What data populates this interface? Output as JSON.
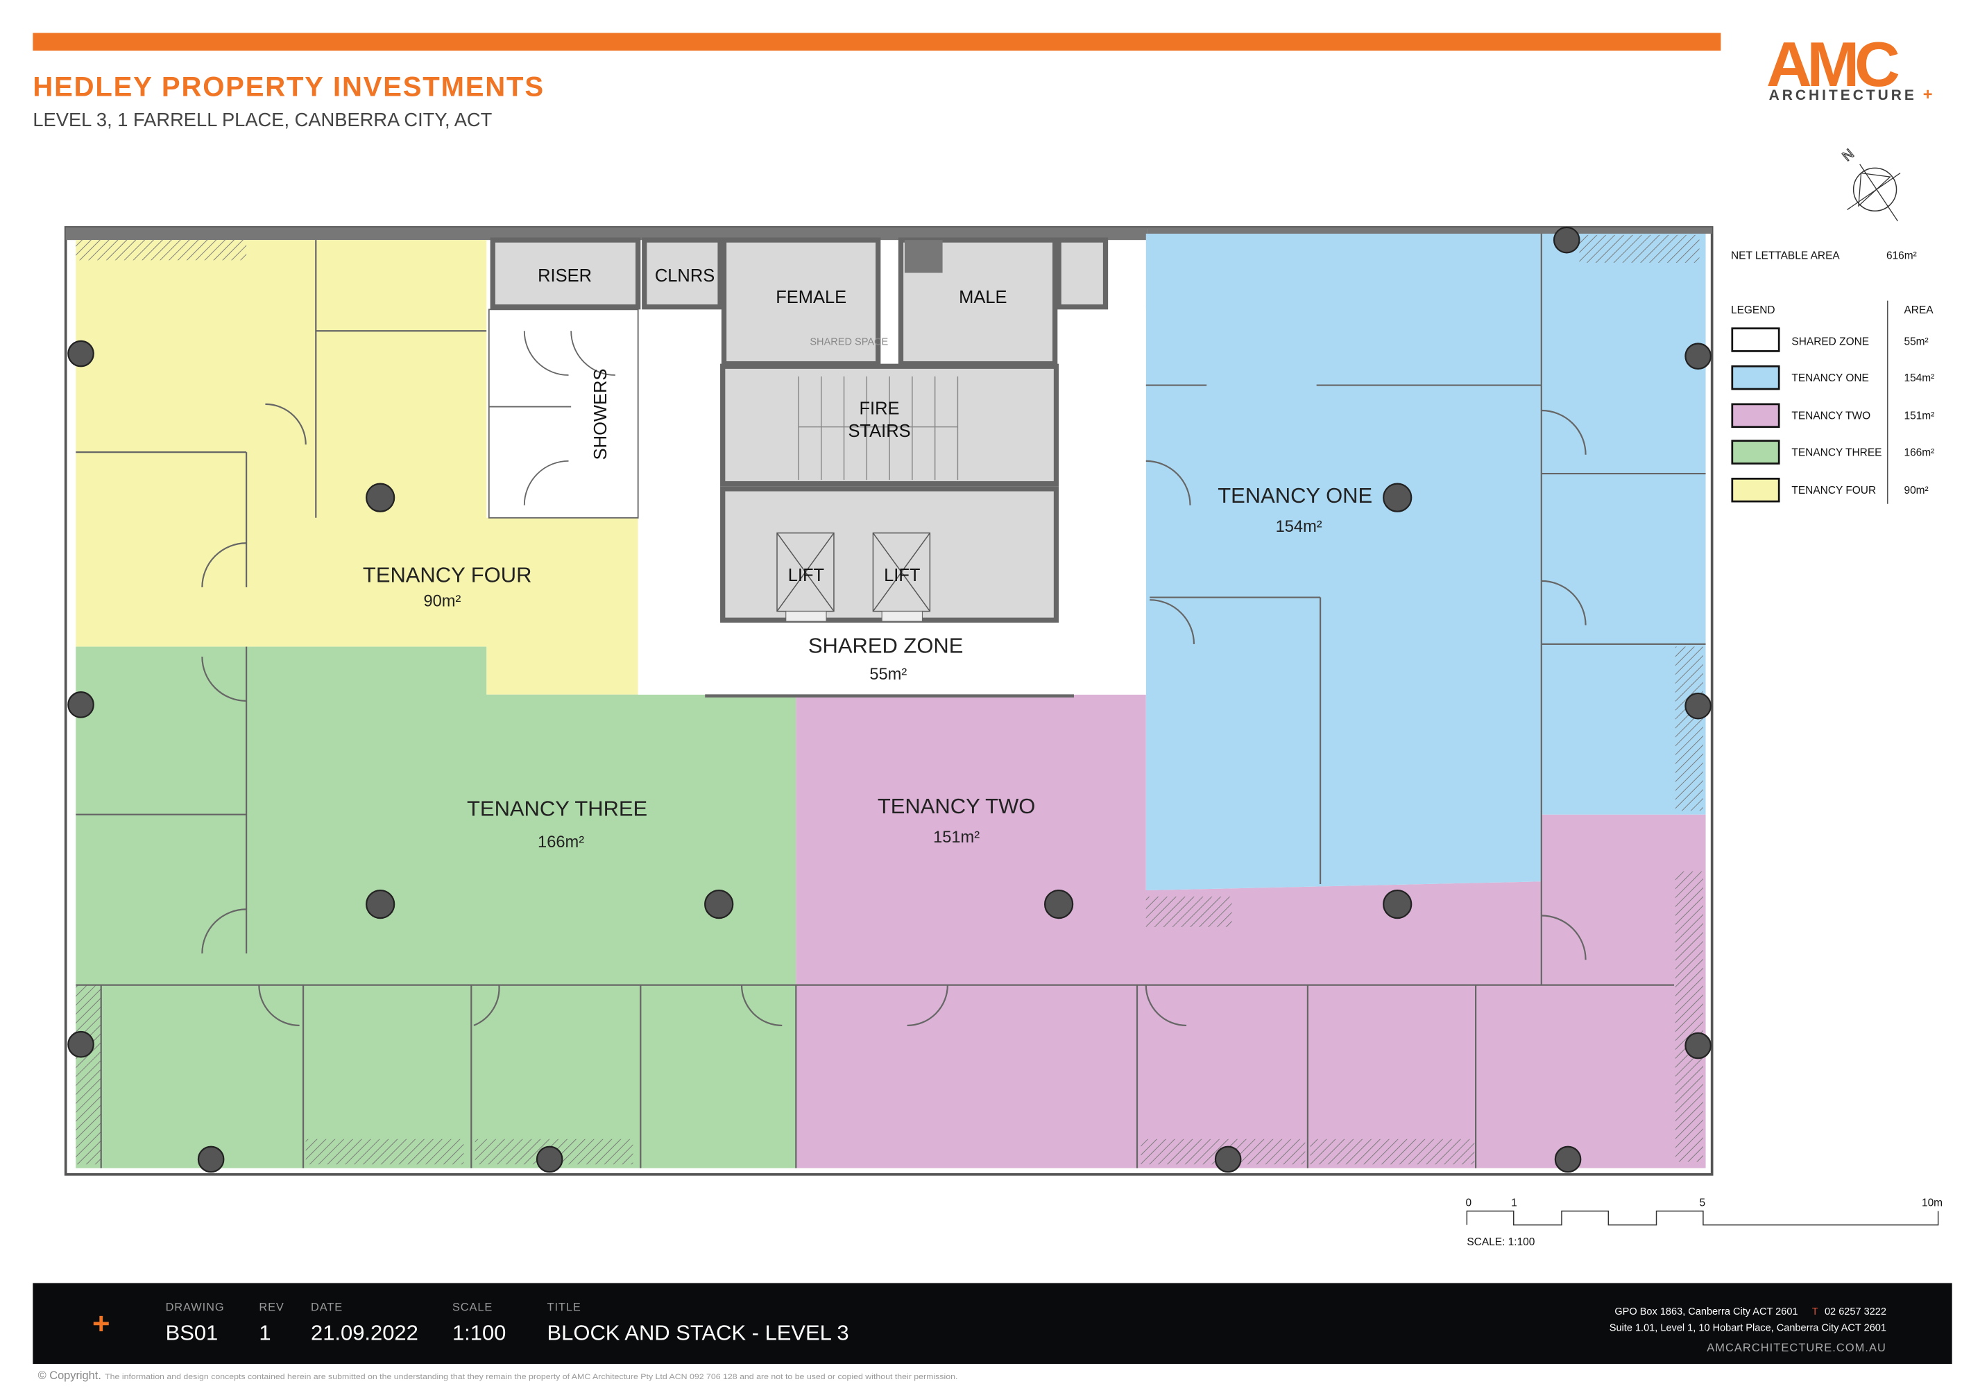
{
  "header": {
    "title": "HEDLEY PROPERTY INVESTMENTS",
    "subtitle": "LEVEL 3, 1 FARRELL PLACE, CANBERRA CITY, ACT",
    "accent_color": "#f07524"
  },
  "logo": {
    "brand": "AMC",
    "tagline": "ARCHITECTURE",
    "plus": "+"
  },
  "north_arrow": {
    "label": "N",
    "icon": "north-arrow-icon"
  },
  "plan": {
    "zones": [
      {
        "id": "tenancy-four",
        "label": "TENANCY FOUR",
        "area": "90m²",
        "color": "#f7f4ae"
      },
      {
        "id": "tenancy-three",
        "label": "TENANCY THREE",
        "area": "166m²",
        "color": "#aed9a8"
      },
      {
        "id": "tenancy-two",
        "label": "TENANCY TWO",
        "area": "151m²",
        "color": "#dcb3d6"
      },
      {
        "id": "tenancy-one",
        "label": "TENANCY ONE",
        "area": "154m²",
        "color": "#abd9f3"
      },
      {
        "id": "shared-zone",
        "label": "SHARED ZONE",
        "area": "55m²",
        "color": "#ffffff"
      }
    ],
    "rooms": {
      "riser": "RISER",
      "cleaners": "CLNRS",
      "female": "FEMALE",
      "male": "MALE",
      "shared_space": "SHARED SPACE",
      "showers": "SHOWERS",
      "fire_stairs_1": "FIRE",
      "fire_stairs_2": "STAIRS",
      "lift_1": "LIFT",
      "lift_2": "LIFT"
    }
  },
  "summary": {
    "net_lettable_label": "NET LETTABLE AREA",
    "net_lettable_value": "616m²"
  },
  "legend": {
    "title": "LEGEND",
    "area_header": "AREA",
    "items": [
      {
        "label": "SHARED ZONE",
        "area": "55m²",
        "color": "#ffffff"
      },
      {
        "label": "TENANCY ONE",
        "area": "154m²",
        "color": "#abd9f3"
      },
      {
        "label": "TENANCY TWO",
        "area": "151m²",
        "color": "#dcb3d6"
      },
      {
        "label": "TENANCY THREE",
        "area": "166m²",
        "color": "#aed9a8"
      },
      {
        "label": "TENANCY FOUR",
        "area": "90m²",
        "color": "#f7f4ae"
      }
    ]
  },
  "scale_bar": {
    "ticks": [
      "0",
      "1",
      "5",
      "10m"
    ],
    "label": "SCALE:  1:100"
  },
  "title_block": {
    "headers": {
      "drawing": "DRAWING",
      "rev": "REV",
      "date": "DATE",
      "scale": "SCALE",
      "title": "TITLE"
    },
    "values": {
      "drawing": "BS01",
      "rev": "1",
      "date": "21.09.2022",
      "scale": "1:100",
      "title": "BLOCK AND STACK - LEVEL 3"
    },
    "address_1": "GPO Box 1863, Canberra City ACT 2601",
    "phone_prefix": "T",
    "phone": "02 6257 3222",
    "address_2": "Suite 1.01, Level 1, 10 Hobart Place, Canberra City ACT 2601",
    "website": "AMCARCHITECTURE.COM.AU"
  },
  "copyright": {
    "label": "© Copyright.",
    "text": "The information and design concepts contained herein are submitted on the understanding that they remain the property of AMC Architecture Pty Ltd ACN 092 706 128 and are not to be used or copied without their permission."
  }
}
